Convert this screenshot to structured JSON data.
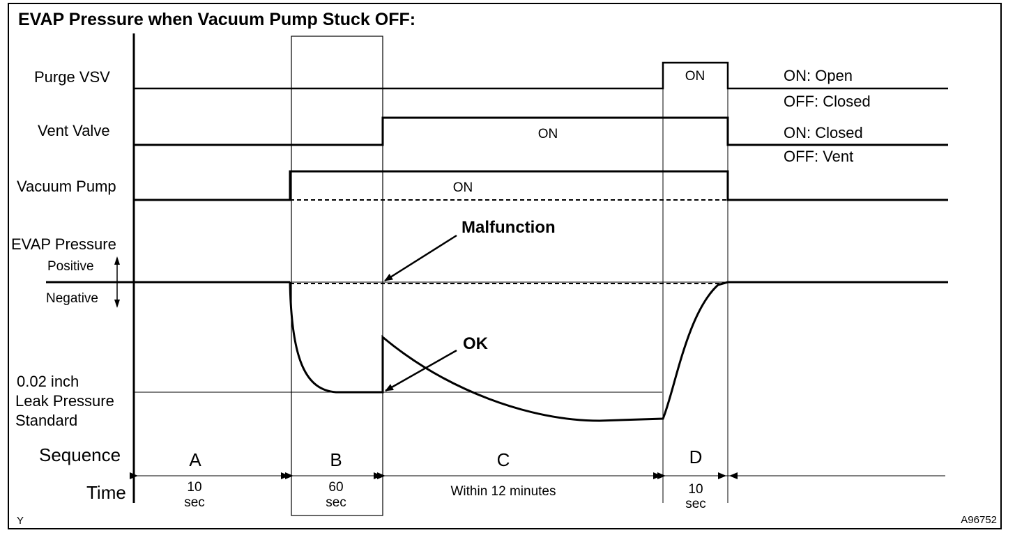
{
  "title": "EVAP Pressure when Vacuum Pump Stuck OFF:",
  "signals": {
    "purge_vsv": {
      "label": "Purge VSV",
      "on_text": "ON",
      "legend_on": "ON: Open",
      "legend_off": "OFF: Closed"
    },
    "vent_valve": {
      "label": "Vent Valve",
      "on_text": "ON",
      "legend_on": "ON: Closed",
      "legend_off": "OFF: Vent"
    },
    "vacuum_pump": {
      "label": "Vacuum Pump",
      "on_text": "ON"
    },
    "evap_pressure": {
      "label": "EVAP Pressure",
      "positive": "Positive",
      "negative": "Negative"
    }
  },
  "leak_standard": {
    "line1": "0.02 inch",
    "line2": "Leak Pressure",
    "line3": "Standard"
  },
  "annotations": {
    "malfunction": "Malfunction",
    "ok": "OK"
  },
  "sequence": {
    "label": "Sequence",
    "time_label": "Time",
    "phases": [
      {
        "letter": "A",
        "time1": "10",
        "time2": "sec"
      },
      {
        "letter": "B",
        "time1": "60",
        "time2": "sec"
      },
      {
        "letter": "C",
        "time1": "Within 12 minutes",
        "time2": ""
      },
      {
        "letter": "D",
        "time1": "10",
        "time2": "sec"
      }
    ]
  },
  "corner_mark": "Y",
  "figure_code": "A96752"
}
